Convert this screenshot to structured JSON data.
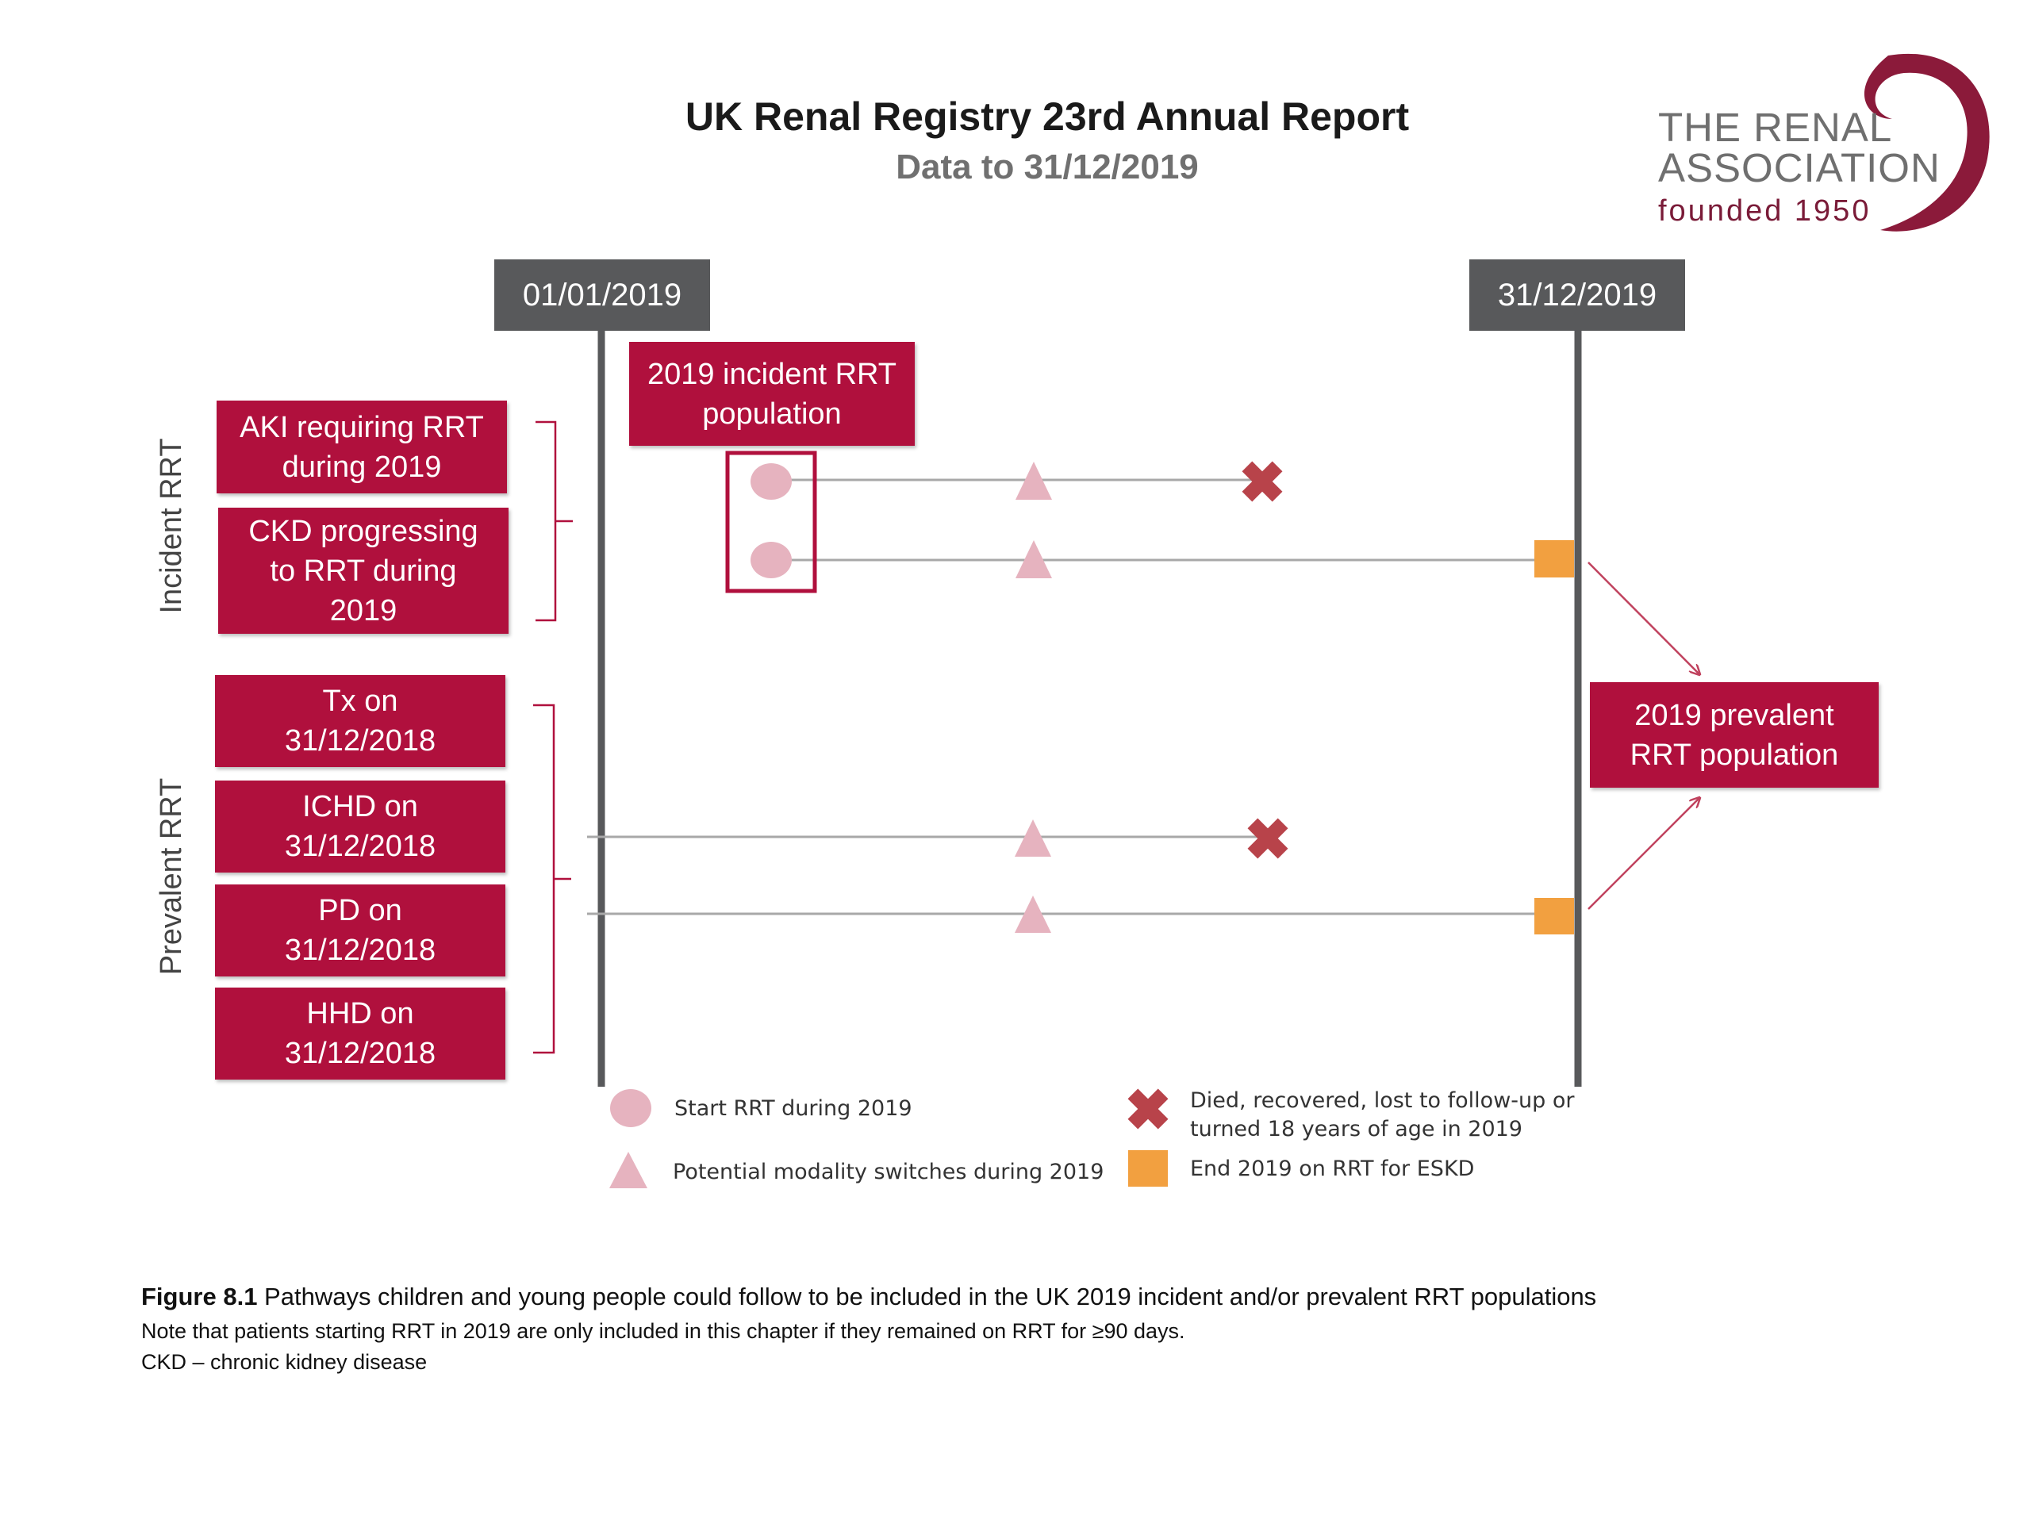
{
  "header": {
    "title": "UK Renal Registry 23rd Annual Report",
    "subtitle": "Data to 31/12/2019"
  },
  "logo": {
    "line1": "THE RENAL",
    "line2": "ASSOCIATION",
    "line3": "founded 1950"
  },
  "timeline": {
    "start_label": "01/01/2019",
    "end_label": "31/12/2019"
  },
  "incident": {
    "group_label": "Incident RRT",
    "population_label": "2019 incident RRT population",
    "boxes": [
      {
        "label": "AKI requiring RRT during 2019"
      },
      {
        "label": "CKD progressing to RRT during 2019"
      }
    ]
  },
  "prevalent": {
    "group_label": "Prevalent RRT",
    "population_label": "2019 prevalent RRT population",
    "boxes": [
      {
        "label": "Tx on 31/12/2018"
      },
      {
        "label": "ICHD on 31/12/2018"
      },
      {
        "label": "PD on 31/12/2018"
      },
      {
        "label": "HHD on 31/12/2018"
      }
    ]
  },
  "legend": {
    "start": "Start RRT during 2019",
    "switch": "Potential modality switches during 2019",
    "died": "Died, recovered, lost to follow-up or turned 18 years of age in 2019",
    "end": "End 2019 on RRT for ESKD"
  },
  "colors": {
    "accent": "#b0103d",
    "label_gray": "#58595b",
    "marker_pink": "#e6b3bf",
    "died_red": "#b8434a",
    "end_orange": "#f2a040"
  },
  "icons": {
    "start": "circle-icon",
    "switch": "triangle-icon",
    "died": "cross-icon",
    "end": "square-icon"
  },
  "caption": {
    "figure": "Figure 8.1",
    "text": " Pathways children and young people could follow to be included in the UK 2019 incident and/or prevalent RRT populations",
    "note": "Note that patients starting RRT in 2019 are only included in this chapter if they remained on RRT for ≥90 days.",
    "abbrev": "CKD – chronic kidney disease"
  }
}
